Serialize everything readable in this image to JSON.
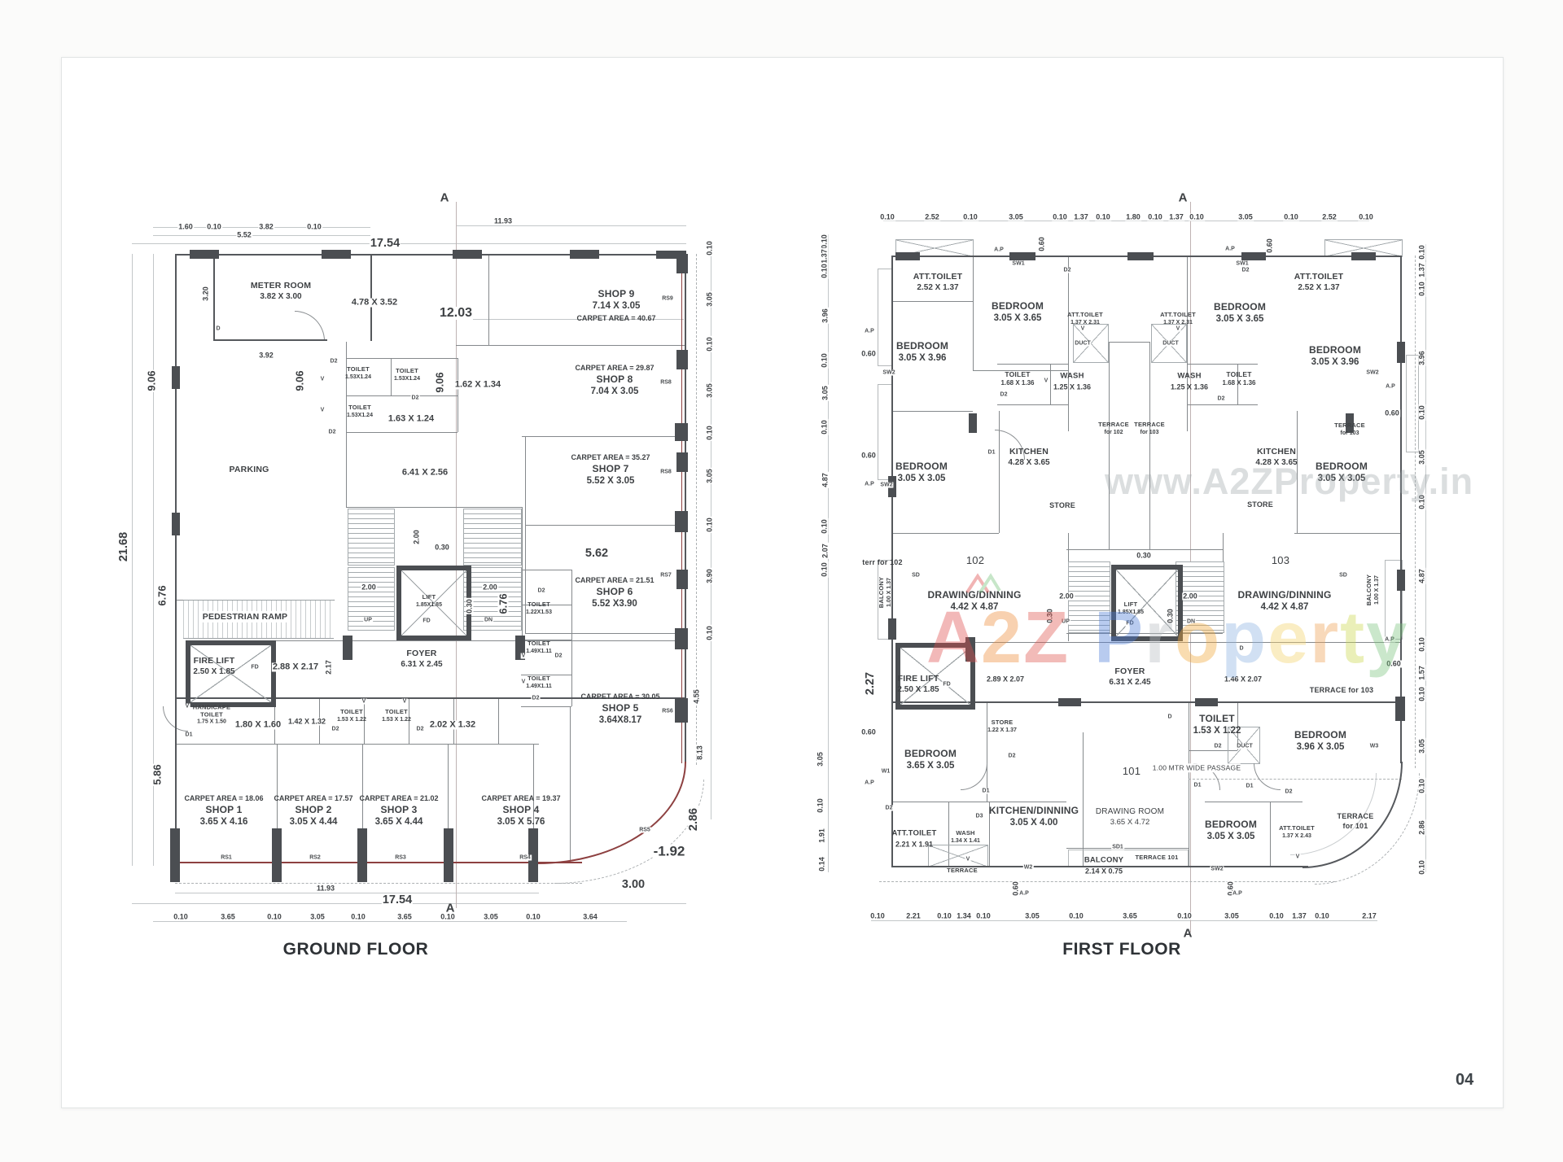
{
  "page": {
    "number": "04",
    "watermark_url": "www.A2ZProperty.in",
    "ground_title": "GROUND FLOOR",
    "first_title": "FIRST FLOOR",
    "marker": "A",
    "accent_red": "#8d4040",
    "wall_color": "#55585c",
    "brand": [
      {
        "ch": "A",
        "c": "#e04f4f"
      },
      {
        "ch": "2",
        "c": "#ef8f3c"
      },
      {
        "ch": "Z",
        "c": "#e0564f"
      },
      {
        "ch": "P",
        "c": "#4f7fd9"
      },
      {
        "ch": "r",
        "c": "#b9bec2"
      },
      {
        "ch": "o",
        "c": "#f2a93b"
      },
      {
        "ch": "p",
        "c": "#8db4e2"
      },
      {
        "ch": "e",
        "c": "#f5d36b"
      },
      {
        "ch": "r",
        "c": "#f0a354"
      },
      {
        "ch": "t",
        "c": "#cdd94f"
      },
      {
        "ch": "y",
        "c": "#7cc47f"
      }
    ]
  },
  "ground": {
    "d": [
      "1.60",
      "0.10",
      "3.82",
      "0.10",
      "11.93",
      "5.52",
      "17.54",
      "12.03",
      "3.20",
      "3.92",
      "21.68",
      "9.06",
      "6.76",
      "5.86",
      "9.06",
      "9.06",
      "6.76",
      "2.17",
      "2.00",
      "2.00",
      "0.30",
      "2.00",
      "0.30",
      "0.10",
      "3.05",
      "0.10",
      "3.05",
      "0.10",
      "3.05",
      "0.10",
      "3.90",
      "0.10",
      "4.55",
      "8.13",
      "2.86",
      "11.93",
      "17.54",
      "0.10",
      "3.65",
      "0.10",
      "3.05",
      "0.10",
      "3.65",
      "0.10",
      "3.05",
      "0.10",
      "3.64",
      "3.00",
      "-1.92",
      "5.62",
      "4.78 X 3.52",
      "1.62 X 1.34",
      "1.63 X 1.24",
      "6.41 X 2.56",
      "2.88 X 2.17",
      "1.80 X 1.60",
      "1.42 X 1.32",
      "2.02 X 1.32"
    ],
    "t": [
      "D",
      "D2",
      "D2",
      "D2",
      "V",
      "V",
      "UP",
      "DN",
      "FD",
      "FD",
      "V",
      "D1",
      "V",
      "V",
      "D2",
      "D2",
      "D2",
      "V",
      "D2",
      "V",
      "D2",
      "RS9",
      "RS8",
      "RS8",
      "RS7",
      "RS6",
      "RS1",
      "RS2",
      "RS3",
      "RS4",
      "RS5"
    ],
    "r": [
      {
        "n": "METER ROOM",
        "s": "3.82 X 3.00"
      },
      {
        "n": "PARKING"
      },
      {
        "n": "SHOP 9",
        "s": "7.14 X 3.05",
        "c": "CARPET AREA = 40.67"
      },
      {
        "n": "SHOP 8",
        "s": "7.04 X 3.05",
        "c": "CARPET AREA = 29.87"
      },
      {
        "n": "SHOP 7",
        "s": "5.52 X 3.05",
        "c": "CARPET AREA = 35.27"
      },
      {
        "n": "SHOP 6",
        "s": "5.52 X3.90",
        "c": "CARPET AREA = 21.51"
      },
      {
        "n": "SHOP 5",
        "s": "3.64X8.17",
        "c": "CARPET AREA = 30.05"
      },
      {
        "n": "SHOP 1",
        "s": "3.65 X 4.16",
        "c": "CARPET AREA = 18.06"
      },
      {
        "n": "SHOP 2",
        "s": "3.05 X 4.44",
        "c": "CARPET AREA = 17.57"
      },
      {
        "n": "SHOP 3",
        "s": "3.65 X 4.44",
        "c": "CARPET AREA = 21.02"
      },
      {
        "n": "SHOP 4",
        "s": "3.05 X 5.76",
        "c": "CARPET AREA = 19.37"
      },
      {
        "n": "FOYER",
        "s": "6.31 X 2.45"
      },
      {
        "n": "FIRE LIFT",
        "s": "2.50 X 1.85"
      },
      {
        "n": "LIFT",
        "s": "1.85X1.85"
      },
      {
        "n": "PEDESTRIAN RAMP"
      },
      {
        "n": "HANDICAPE TOILET",
        "s": "1.75 X 1.50"
      },
      {
        "n": "TOILET",
        "s": "1.53X1.24"
      },
      {
        "n": "TOILET",
        "s": "1.53X1.24"
      },
      {
        "n": "TOILET",
        "s": "1.53X1.24"
      },
      {
        "n": "TOILET",
        "s": "1.22X1.53"
      },
      {
        "n": "TOILET",
        "s": "1.49X1.11"
      },
      {
        "n": "TOILET",
        "s": "1.49X1.11"
      },
      {
        "n": "TOILET",
        "s": "1.53 X 1.22"
      },
      {
        "n": "TOILET",
        "s": "1.53 X 1.22"
      }
    ]
  },
  "first": {
    "d": [
      "0.10",
      "2.52",
      "0.10",
      "3.05",
      "0.10",
      "1.37",
      "0.10",
      "1.80",
      "0.10",
      "1.37",
      "0.10",
      "3.05",
      "0.10",
      "2.52",
      "0.10",
      "0.10",
      "1.37",
      "0.10",
      "3.96",
      "0.10",
      "3.05",
      "0.10",
      "4.87",
      "0.10",
      "2.07",
      "0.10",
      "3.05",
      "0.10",
      "1.91",
      "0.14",
      "0.10",
      "1.37",
      "0.10",
      "3.96",
      "0.10",
      "3.05",
      "0.10",
      "4.87",
      "0.10",
      "1.57",
      "0.10",
      "3.05",
      "0.10",
      "2.86",
      "0.10",
      "0.10",
      "2.21",
      "0.10",
      "1.34",
      "0.10",
      "3.05",
      "0.10",
      "3.65",
      "0.10",
      "3.05",
      "0.10",
      "1.37",
      "0.10",
      "2.17",
      "0.60",
      "0.60",
      "0.60",
      "0.60",
      "0.60",
      "0.60",
      "0.60",
      "0.60",
      "0.60",
      "2.00",
      "2.00",
      "0.30",
      "0.30",
      "0.30",
      "2.27",
      "2.89 X 2.07",
      "1.46 X 2.07"
    ],
    "t": [
      "A.P",
      "A.P",
      "A.P",
      "A.P",
      "A.P",
      "A.P",
      "A.P",
      "A.P",
      "A.P",
      "SW1",
      "SW1",
      "SW2",
      "SW2",
      "SW2",
      "SW2",
      "W1",
      "W2",
      "W3",
      "SD",
      "SD",
      "SD1",
      "D1",
      "D1",
      "D1",
      "D1",
      "D2",
      "D2",
      "D2",
      "D2",
      "D2",
      "D2",
      "D2",
      "D2",
      "D",
      "D",
      "V",
      "V",
      "V",
      "V",
      "V",
      "UP",
      "DN",
      "FD",
      "FD",
      "DUCT",
      "DUCT",
      "DUCT",
      "D3"
    ],
    "r": [
      {
        "n": "ATT.TOILET",
        "s": "2.52 X 1.37"
      },
      {
        "n": "BEDROOM",
        "s": "3.05 X 3.65"
      },
      {
        "n": "ATT.TOILET",
        "s": "1.37 X 2.31"
      },
      {
        "n": "BEDROOM",
        "s": "3.05 X 3.96"
      },
      {
        "n": "TOILET",
        "s": "1.68 X 1.36"
      },
      {
        "n": "WASH",
        "s": "1.25 X 1.36"
      },
      {
        "n": "KITCHEN",
        "s": "4.28 X 3.65"
      },
      {
        "n": "BEDROOM",
        "s": "3.05 X 3.05"
      },
      {
        "n": "ATT.TOILET",
        "s": "2.52 X 1.37"
      },
      {
        "n": "BEDROOM",
        "s": "3.05 X 3.65"
      },
      {
        "n": "ATT.TOILET",
        "s": "1.37 X 2.31"
      },
      {
        "n": "BEDROOM",
        "s": "3.05 X 3.96"
      },
      {
        "n": "WASH",
        "s": "1.25 X 1.36"
      },
      {
        "n": "TOILET",
        "s": "1.68 X 1.36"
      },
      {
        "n": "KITCHEN",
        "s": "4.28 X 3.65"
      },
      {
        "n": "BEDROOM",
        "s": "3.05 X 3.05"
      },
      {
        "n": "STORE"
      },
      {
        "n": "STORE"
      },
      {
        "n": "102"
      },
      {
        "n": "DRAWING/DINNING",
        "s": "4.42 X 4.87"
      },
      {
        "n": "103"
      },
      {
        "n": "DRAWING/DINNING",
        "s": "4.42 X 4.87"
      },
      {
        "n": "LIFT",
        "s": "1.85X1.85"
      },
      {
        "n": "FOYER",
        "s": "6.31 X 2.45"
      },
      {
        "n": "FIRE LIFT",
        "s": "2.50 X 1.85"
      },
      {
        "n": "BALCONY",
        "s": "1.00 X 1.37"
      },
      {
        "n": "BALCONY",
        "s": "1.00 X 1.37"
      },
      {
        "n": "terr for 102"
      },
      {
        "n": "TERRACE",
        "s": "for 102"
      },
      {
        "n": "TERRACE",
        "s": "for 103"
      },
      {
        "n": "BEDROOM",
        "s": "3.65 X 3.05"
      },
      {
        "n": "STORE",
        "s": "1.22 X 1.37"
      },
      {
        "n": "ATT.TOILET",
        "s": "2.21 X 1.91"
      },
      {
        "n": "WASH",
        "s": "1.34 X 1.41"
      },
      {
        "n": "KITCHEN/DINNING",
        "s": "3.05 X 4.00"
      },
      {
        "n": "DRAWING ROOM",
        "s": "3.65 X 4.72"
      },
      {
        "n": "101"
      },
      {
        "n": "TOILET",
        "s": "1.53 X 1.22"
      },
      {
        "n": "BEDROOM",
        "s": "3.96 X 3.05"
      },
      {
        "n": "BEDROOM",
        "s": "3.05 X 3.05"
      },
      {
        "n": "ATT.TOILET",
        "s": "1.37 X 2.43"
      },
      {
        "n": "TERRACE",
        "s": "for 101"
      },
      {
        "n": "TERRACE 101"
      },
      {
        "n": "BALCONY",
        "s": "2.14 X 0.75"
      },
      {
        "n": "TERRACE"
      },
      {
        "n": "TERRACE for 103"
      },
      {
        "n": "TERRACE",
        "s": "for 103"
      },
      {
        "n": "1.00 MTR WIDE PASSAGE"
      }
    ]
  }
}
